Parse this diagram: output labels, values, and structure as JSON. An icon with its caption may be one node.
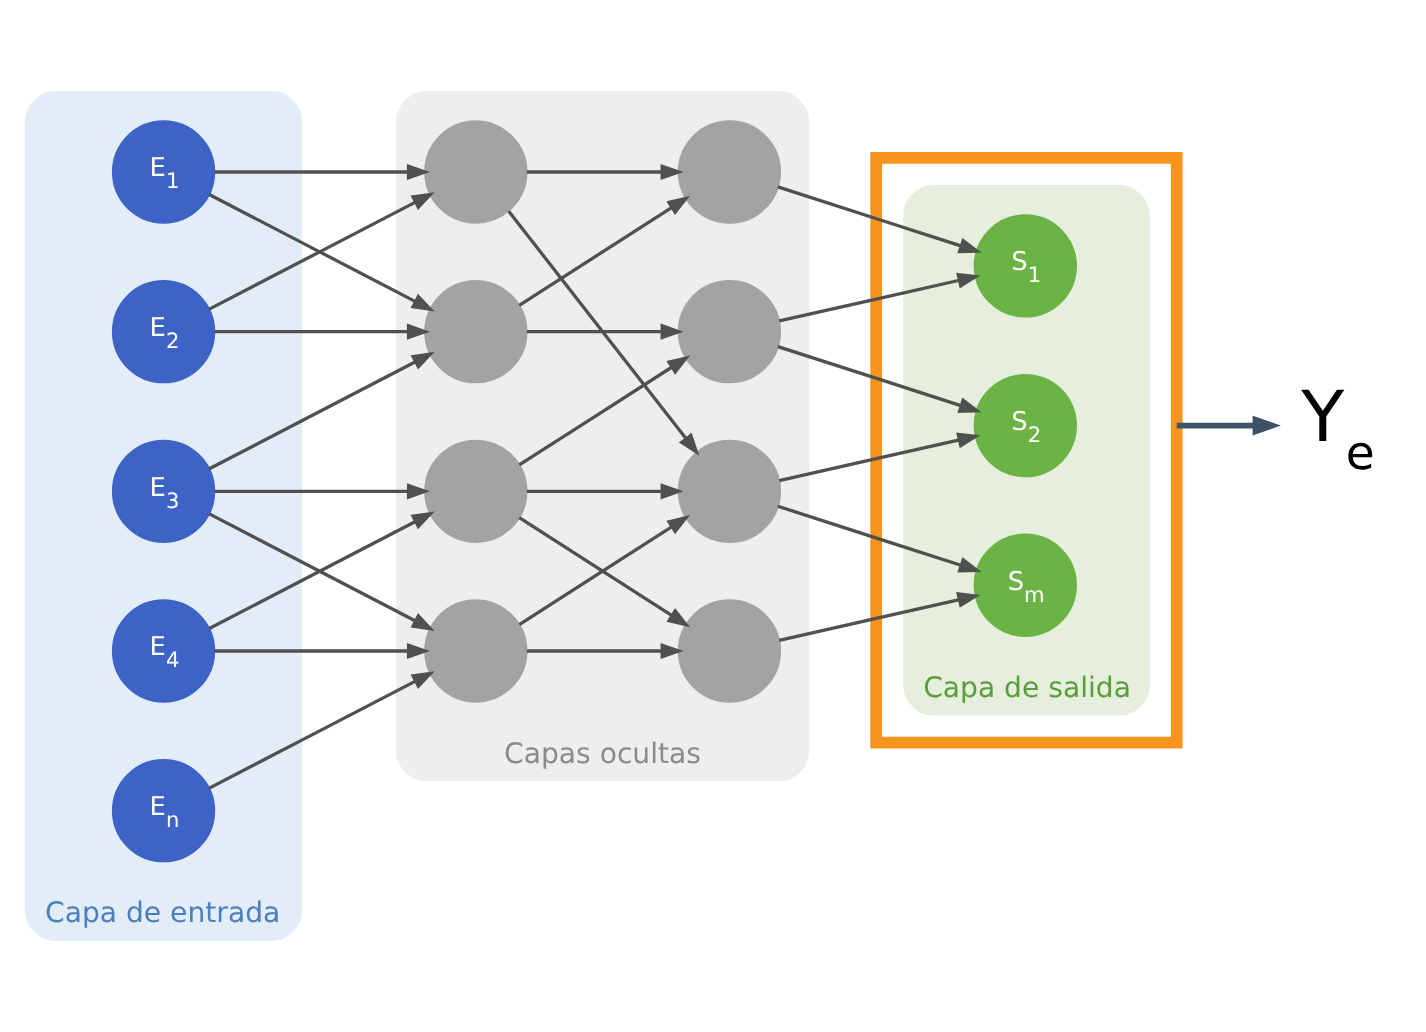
{
  "diagram": {
    "nodes": [
      {
        "text": [
          "Capa de entrada"
        ]
      },
      {
        "text": [
          "E$_{1}$"
        ],
        "in": 0
      },
      {
        "text": [
          "E$_{2}$"
        ],
        "in": 0
      },
      {
        "text": [
          "E$_{3}$"
        ],
        "in": 0
      },
      {
        "text": [
          "E$_{4}$"
        ],
        "in": 0
      },
      {
        "text": [
          "E$_{n}$"
        ],
        "in": 0
      },
      {
        "text": [
          "Capas ocultas"
        ]
      },
      {
        "text": [],
        "shape": "circle",
        "in": 6
      },
      {
        "text": [],
        "shape": "circle",
        "in": 6
      },
      {
        "text": [],
        "shape": "circle",
        "in": 6
      },
      {
        "text": [],
        "shape": "circle",
        "in": 6
      },
      {
        "text": [],
        "shape": "circle",
        "in": 6
      },
      {
        "text": [],
        "shape": "circle",
        "in": 6
      },
      {
        "text": [],
        "shape": "circle",
        "in": 6
      },
      {
        "text": [],
        "shape": "circle",
        "in": 6
      },
      {
        "text": [],
        "shape": "box"
      },
      {
        "text": [
          "Capa de salida"
        ],
        "in": 15
      },
      {
        "text": [
          "S$_{1}$"
        ],
        "in": 16
      },
      {
        "text": [
          "S$_{2}$"
        ],
        "in": 16
      },
      {
        "text": [
          "S$_{m}$"
        ],
        "in": 16
      },
      {
        "text": [
          "Y$_{e}$"
        ]
      }
    ],
    "edges": [
      {
        "from": 1,
        "to": 7,
        "arrow": "to"
      },
      {
        "from": 1,
        "to": 8,
        "arrow": "to"
      },
      {
        "from": 2,
        "to": 7,
        "arrow": "to"
      },
      {
        "from": 2,
        "to": 8,
        "arrow": "to"
      },
      {
        "from": 3,
        "to": 8,
        "arrow": "to"
      },
      {
        "from": 3,
        "to": 9,
        "arrow": "to"
      },
      {
        "from": 3,
        "to": 10,
        "arrow": "to"
      },
      {
        "from": 4,
        "to": 9,
        "arrow": "to"
      },
      {
        "from": 4,
        "to": 10,
        "arrow": "to"
      },
      {
        "from": 5,
        "to": 10,
        "arrow": "to"
      },
      {
        "from": 7,
        "to": 11,
        "arrow": "to"
      },
      {
        "from": 7,
        "to": 13,
        "arrow": "to"
      },
      {
        "from": 8,
        "to": 11,
        "arrow": "to"
      },
      {
        "from": 8,
        "to": 12,
        "arrow": "to"
      },
      {
        "from": 9,
        "to": 12,
        "arrow": "to"
      },
      {
        "from": 9,
        "to": 13,
        "arrow": "to"
      },
      {
        "from": 9,
        "to": 14,
        "arrow": "to"
      },
      {
        "from": 10,
        "to": 13,
        "arrow": "to"
      },
      {
        "from": 10,
        "to": 14,
        "arrow": "to"
      },
      {
        "from": 11,
        "to": 17,
        "arrow": "to"
      },
      {
        "from": 12,
        "to": 17,
        "arrow": "to"
      },
      {
        "from": 12,
        "to": 18,
        "arrow": "to"
      },
      {
        "from": 13,
        "to": 18,
        "arrow": "to"
      },
      {
        "from": 13,
        "to": 19,
        "arrow": "to"
      },
      {
        "from": 14,
        "to": 19,
        "arrow": "to"
      },
      {
        "from": 15,
        "to": 20,
        "arrow": "to",
        "color": "#3d5266"
      }
    ]
  }
}
